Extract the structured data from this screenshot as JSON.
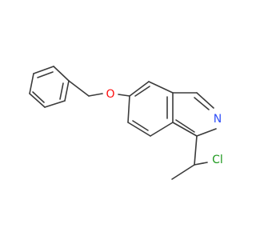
{
  "molecule": {
    "atoms": {
      "oxygen": "O",
      "nitrogen": "N",
      "chlorine": "Cl"
    },
    "colors": {
      "bond": "#3b3b3b",
      "oxygen": "#ff0d0d",
      "nitrogen": "#3050f8",
      "chlorine": "#1f9a1f",
      "background": "#ffffff"
    }
  }
}
